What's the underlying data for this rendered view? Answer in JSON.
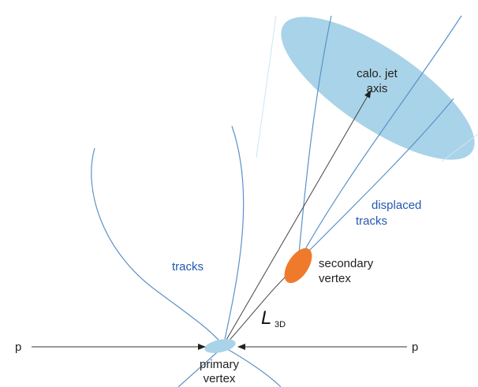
{
  "labels": {
    "jet_axis_line1": "calo. jet",
    "jet_axis_line2": "axis",
    "displaced_line1": "displaced",
    "displaced_line2": "tracks",
    "tracks": "tracks",
    "secondary_line1": "secondary",
    "secondary_line2": "vertex",
    "length_symbol": "L",
    "length_subscript": "3D",
    "beam_left": "p",
    "beam_right": "p",
    "primary_line1": "primary",
    "primary_line2": "vertex"
  },
  "colors": {
    "track": "#5b92c8",
    "jet_cone": "#a9d3e8",
    "secondary_vertex": "#f07a2b",
    "primary_vertex": "#a9d3e8",
    "beam": "#333333",
    "flight": "#444444",
    "label_blue": "#2458b0"
  }
}
